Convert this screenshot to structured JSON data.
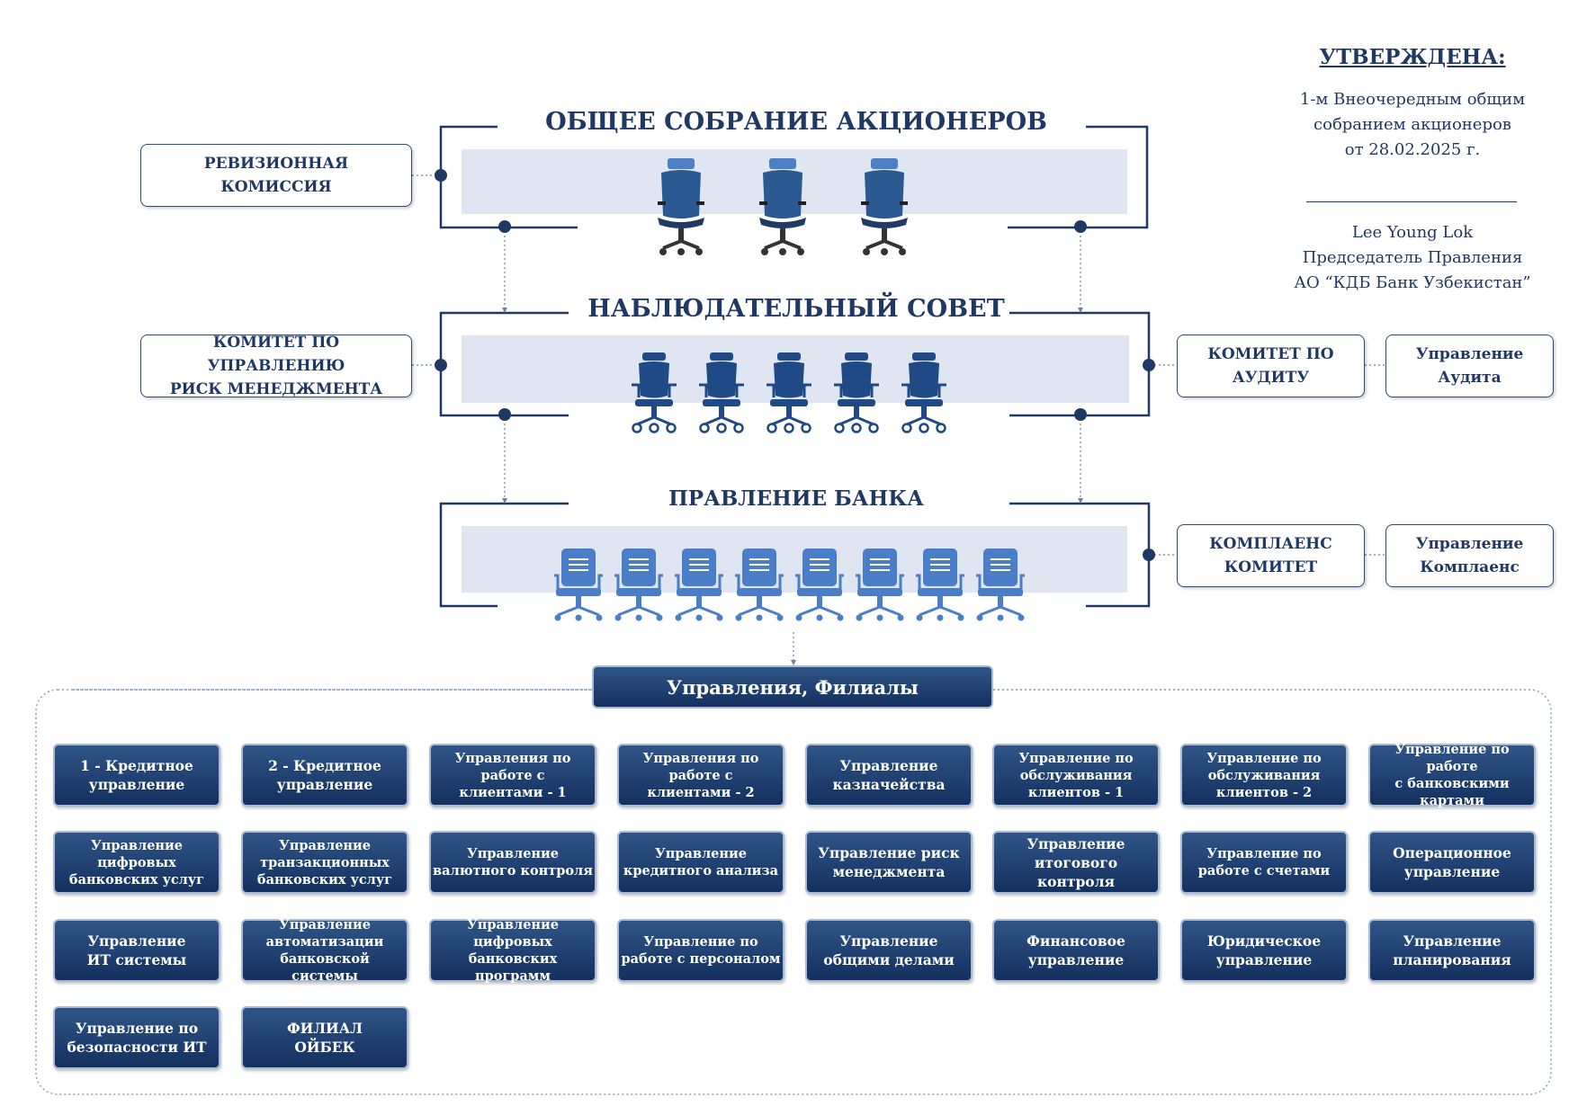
{
  "approval": {
    "heading": "УТВЕРЖДЕНА:",
    "line1": "1-м Внеочередным общим",
    "line2": "собранием акционеров",
    "line3": "от 28.02.2025 г.",
    "signer_name": "Lee Young Lok",
    "signer_title": "Председатель Правления",
    "signer_org": "АО “КДБ Банк Узбекистан”"
  },
  "levels": {
    "shareholders": "ОБЩЕЕ СОБРАНИЕ АКЦИОНЕРОВ",
    "supervisory": "НАБЛЮДАТЕЛЬНЫЙ СОВЕТ",
    "management": "ПРАВЛЕНИЕ БАНКА"
  },
  "committees": {
    "audit_commission": "РЕВИЗИОННАЯ\nКОМИССИЯ",
    "risk_committee": "КОМИТЕТ ПО УПРАВЛЕНИЮ\nРИСК МЕНЕДЖМЕНТА",
    "audit_committee": "КОМИТЕТ ПО\nАУДИТУ",
    "audit_department": "Управление\nАудита",
    "compliance_committee": "КОМПЛАЕНС\nКОМИТЕТ",
    "compliance_department": "Управление\nКомплаенс"
  },
  "departments_header": "Управления, Филиалы",
  "departments": [
    {
      "label": "1 - Кредитное\nуправление"
    },
    {
      "label": "2 - Кредитное\nуправление"
    },
    {
      "label": "Управления по\nработе с\nклиентами - 1",
      "small": true
    },
    {
      "label": "Управления по\nработе с\nклиентами - 2",
      "small": true
    },
    {
      "label": "Управление\nказначейства"
    },
    {
      "label": "Управление по\nобслуживания\nклиентов - 1",
      "small": true
    },
    {
      "label": "Управление по\nобслуживания\nклиентов - 2",
      "small": true
    },
    {
      "label": "Управление по работе\nс банковскими\nкартами",
      "small": true
    },
    {
      "label": "Управление\nцифровых\nбанковских услуг",
      "small": true
    },
    {
      "label": "Управление\nтранзакционных\nбанковских услуг",
      "small": true
    },
    {
      "label": "Управление\nвалютного контроля",
      "small": true
    },
    {
      "label": "Управление\nкредитного анализа",
      "small": true
    },
    {
      "label": "Управление риск\nменеджмента"
    },
    {
      "label": "Управление\nитогового контроля"
    },
    {
      "label": "Управление по\nработе с счетами",
      "small": true
    },
    {
      "label": "Операционное\nуправление"
    },
    {
      "label": "Управление\nИТ системы"
    },
    {
      "label": "Управление\nавтоматизации\nбанковской системы",
      "small": true
    },
    {
      "label": "Управление\nцифровых банковских\nпрограмм",
      "small": true
    },
    {
      "label": "Управление по\nработе с персоналом",
      "small": true
    },
    {
      "label": "Управление\nобщими делами"
    },
    {
      "label": "Финансовое\nуправление"
    },
    {
      "label": "Юридическое\nуправление"
    },
    {
      "label": "Управление\nпланирования"
    },
    {
      "label": "Управление по\nбезопасности ИТ"
    },
    {
      "label": "ФИЛИАЛ\nОЙБЕК"
    }
  ]
}
